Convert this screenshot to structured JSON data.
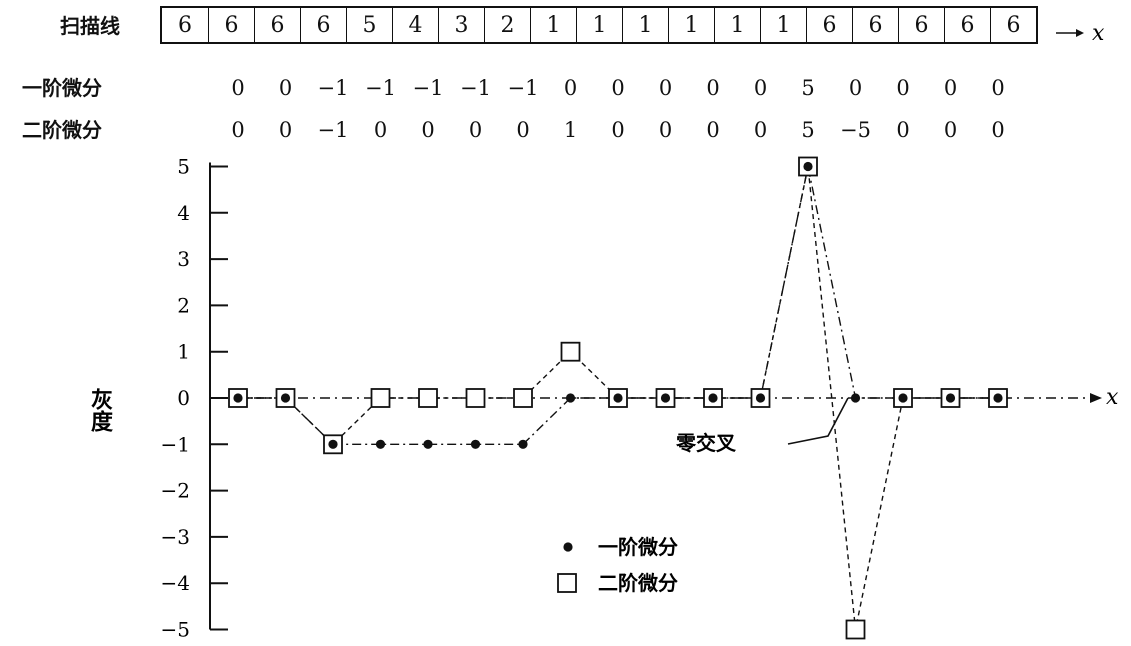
{
  "row_labels": {
    "scan": "扫描线",
    "first": "一阶微分",
    "second": "二阶微分",
    "x": "x"
  },
  "scan_values": [
    6,
    6,
    6,
    6,
    5,
    4,
    3,
    2,
    1,
    1,
    1,
    1,
    1,
    1,
    6,
    6,
    6,
    6,
    6
  ],
  "first_diff": [
    0,
    0,
    -1,
    -1,
    -1,
    -1,
    -1,
    0,
    0,
    0,
    0,
    0,
    5,
    0,
    0,
    0,
    0
  ],
  "second_diff": [
    0,
    0,
    -1,
    0,
    0,
    0,
    0,
    1,
    0,
    0,
    0,
    0,
    5,
    -5,
    0,
    0,
    0
  ],
  "chart_data": {
    "type": "line",
    "ylabel": "灰度",
    "xlabel": "x",
    "ylim": [
      -5,
      5
    ],
    "yticks": [
      5,
      4,
      3,
      2,
      1,
      0,
      -1,
      -2,
      -3,
      -4,
      -5
    ],
    "series": [
      {
        "name": "一阶微分",
        "marker": "dot",
        "values": [
          0,
          0,
          -1,
          -1,
          -1,
          -1,
          -1,
          0,
          0,
          0,
          0,
          0,
          5,
          0,
          0,
          0,
          0
        ]
      },
      {
        "name": "二阶微分",
        "marker": "square",
        "values": [
          0,
          0,
          -1,
          0,
          0,
          0,
          0,
          1,
          0,
          0,
          0,
          0,
          5,
          -5,
          0,
          0,
          0
        ]
      }
    ],
    "annotation": "零交叉",
    "legend": "bottom-center"
  }
}
